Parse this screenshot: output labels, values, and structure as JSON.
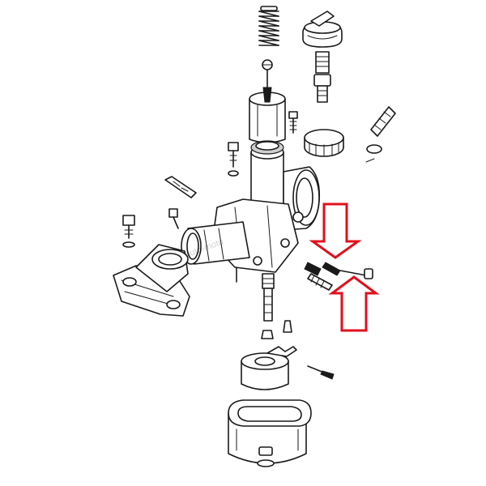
{
  "diagram": {
    "subject": "carburetor-exploded-view",
    "line_color": "#1a1a1a",
    "background": "#ffffff",
    "callout_color": "#e0101c",
    "callouts": [
      {
        "direction": "down",
        "target": "idle-mixture-screw"
      },
      {
        "direction": "up",
        "target": "idle-mixture-screw"
      }
    ],
    "watermark": "auto-moto"
  }
}
